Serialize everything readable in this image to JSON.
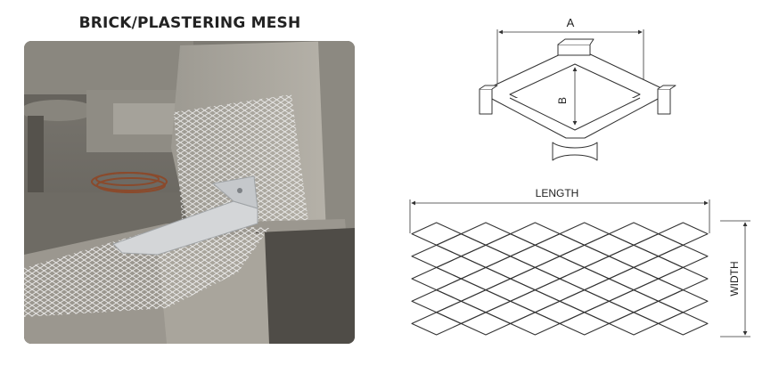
{
  "title": "BRICK/PLASTERING MESH",
  "photo": {
    "subject": "photo-brick-mesh"
  },
  "diamond_diagram": {
    "label_a": "A",
    "label_b": "B"
  },
  "sheet_diagram": {
    "label_length": "LENGTH",
    "label_width": "WIDTH"
  },
  "colors": {
    "line": "#333333",
    "text": "#222222",
    "mesh": "#e8e8e8"
  }
}
